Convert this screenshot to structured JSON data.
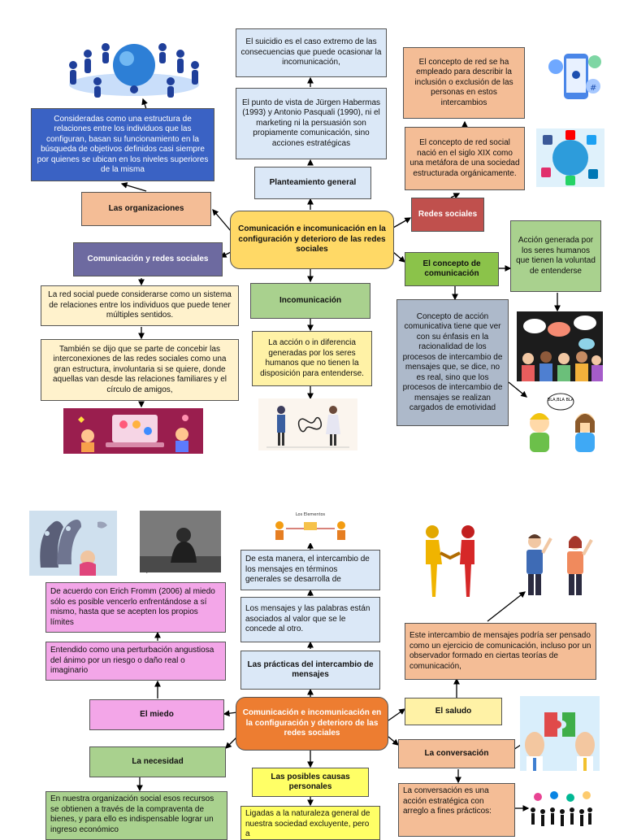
{
  "top": {
    "center": "Comunicación e incomunicación en la configuración y deterioro de las redes sociales",
    "suicidio": "El suicidio es el caso extremo de las consecuencias que puede ocasionar la incomunicación,",
    "habermas": "El punto de vista de Jürgen Habermas (1993) y Antonio Pasquali (1990), ni el marketing ni la persuasión son propiamente comunicación, sino acciones estratégicas",
    "planteamiento": "Planteamiento general",
    "consideradas": "Consideradas como una estructura de relaciones entre los individuos que las configuran, basan su funcionamiento en la búsqueda de objetivos definidos casi siempre por quienes se ubican en los niveles superiores de la misma",
    "organizaciones": "Las organizaciones",
    "com_redes": "Comunicación y redes sociales",
    "red_social_puede": "La red social puede considerarse como un sistema de relaciones entre los individuos que puede tener múltiples sentidos.",
    "tambien": "También se dijo que se parte de concebir las interconexiones de las redes sociales como una gran estructura, involuntaria si se quiere, donde aquellas van desde las relaciones familiares y el círculo de amigos,",
    "incomunicacion": "Incomunicación",
    "accion_indiferencia": "La acción o in diferencia generadas por los seres humanos que no tienen la disposición para entenderse.",
    "concepto_red": "El concepto de red se ha empleado para describir la inclusión o exclusión de las personas en estos intercambios",
    "concepto_red_social": "El concepto de red social nació en el siglo XIX como una metáfora de una sociedad estructurada orgánicamente.",
    "redes_sociales": "Redes sociales",
    "concepto_comunicacion": "El concepto de comunicación",
    "accion_generada": "Acción generada por los seres humanos que tienen la voluntad de entenderse",
    "concepto_accion": "Concepto de acción comunicativa tiene que ver con su énfasis en la racionalidad de los procesos de intercambio de mensajes que, se dice, no es real, sino que los procesos de intercambio de mensajes se realizan cargados de emotividad",
    "bubble_text": "BLA,BLA BLA",
    "elementos_caption": "Los Elementos"
  },
  "bottom": {
    "center": "Comunicación e incomunicación en la configuración y deterioro de las redes sociales",
    "fromm": "De acuerdo con Erich Fromm (2006) al miedo sólo es posible vencerlo enfrentándose a sí mismo, hasta que se acepten los propios límites",
    "entendido": "Entendido como una perturbación angustiosa del ánimo por un riesgo o daño real o imaginario",
    "miedo": "El miedo",
    "necesidad": "La necesidad",
    "organizacion_social": "En nuestra organización social esos recursos se obtienen a través de la compraventa de bienes, y para ello es indispensable lograr un ingreso económico",
    "de_esta_manera": "De esta manera, el intercambio de los mensajes en términos generales se desarrolla de",
    "mensajes_palabras": "Los mensajes y las palabras están asociados al valor que se le concede al otro.",
    "practicas": "Las prácticas del intercambio de mensajes",
    "posibles_causas": "Las posibles causas personales",
    "ligadas": "Ligadas a la naturaleza general de nuestra sociedad excluyente, pero a",
    "este_intercambio": "Este intercambio de mensajes podría ser pensado como un ejercicio de comunicación, incluso por un observador formado en ciertas teorías de comunicación,",
    "saludo": "El saludo",
    "conversacion": "La conversación",
    "conversacion_estrategica": "La conversación es una acción estratégica con arreglo a fines prácticos:"
  }
}
